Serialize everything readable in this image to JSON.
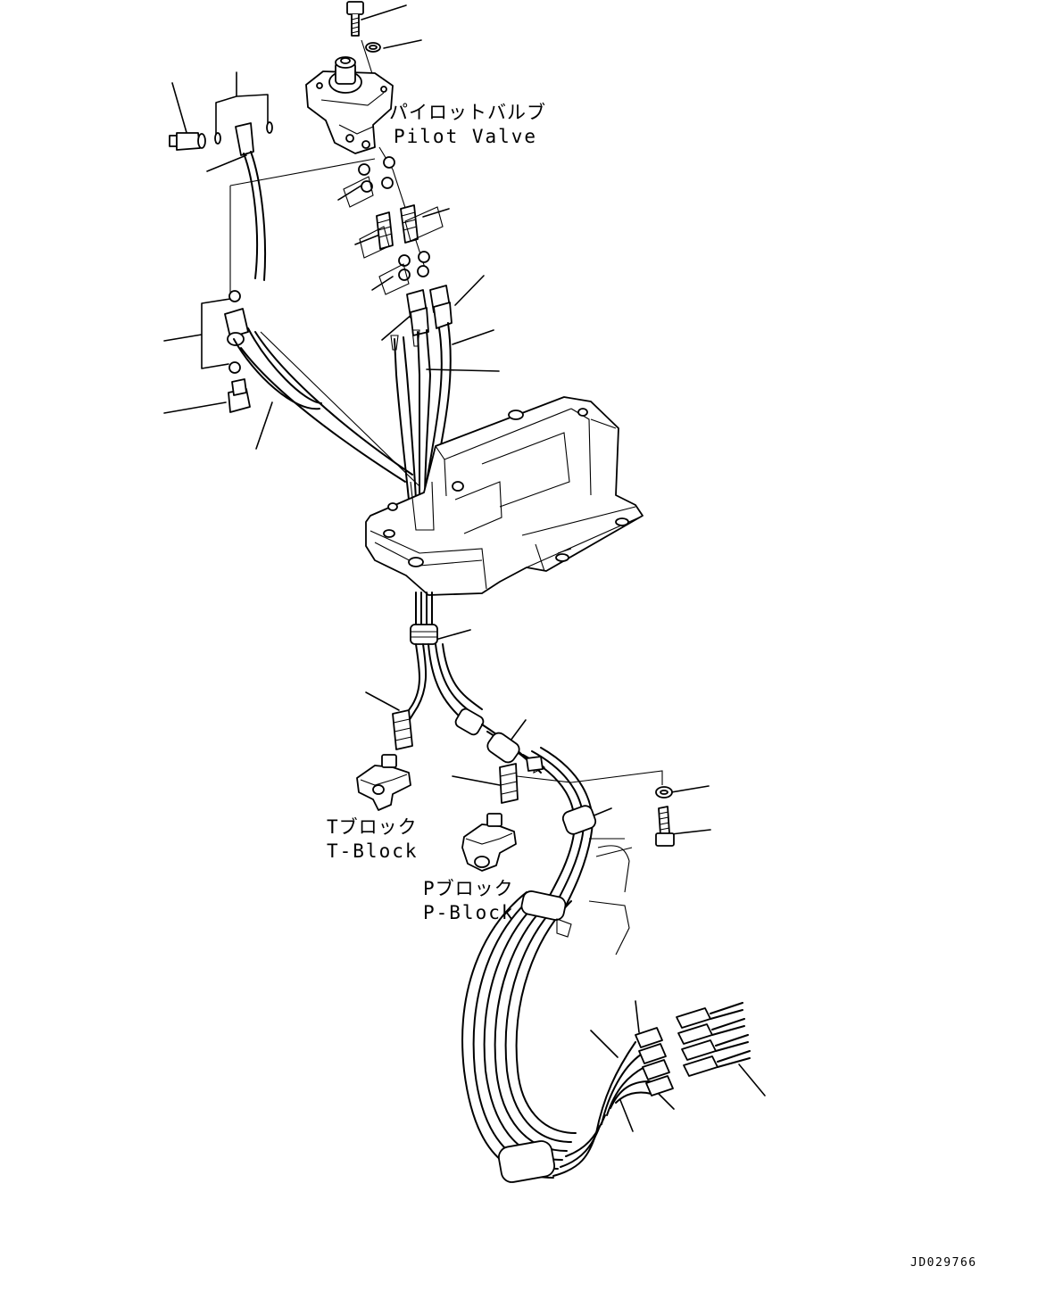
{
  "labels": {
    "pilot_valve_jp": "パイロットバルブ",
    "pilot_valve_en": "Pilot Valve",
    "t_block_jp": "Tブロック",
    "t_block_en": "T-Block",
    "p_block_jp": "Pブロック",
    "p_block_en": "P-Block"
  },
  "drawing_code": "JD029766",
  "parts": {
    "pilot_valve_icon": "pilot-valve",
    "t_block_icon": "t-block",
    "p_block_icon": "p-block",
    "console_icon": "console-box",
    "hose_bundle_icon": "hose-bundle"
  }
}
